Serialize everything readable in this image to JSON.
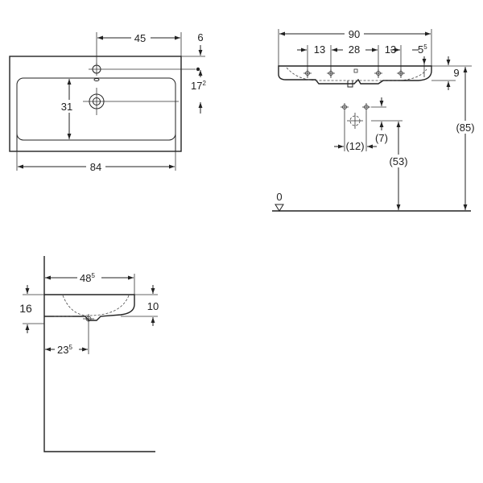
{
  "top_view": {
    "dim_45": "45",
    "dim_6": "6",
    "dim_17": "17",
    "dim_17_sup": "2",
    "dim_31": "31",
    "dim_84": "84"
  },
  "front_view": {
    "dim_90": "90",
    "dim_13_left": "13",
    "dim_28": "28",
    "dim_13_right": "13",
    "dim_5": "5",
    "dim_5_sup": "5",
    "dim_9": "9",
    "dim_85": "(85)",
    "dim_7": "(7)",
    "dim_12": "(12)",
    "dim_53": "(53)",
    "floor_label": "0"
  },
  "side_view": {
    "dim_48": "48",
    "dim_48_sup": "5",
    "dim_16": "16",
    "dim_10": "10",
    "dim_23": "23",
    "dim_23_sup": "5"
  }
}
